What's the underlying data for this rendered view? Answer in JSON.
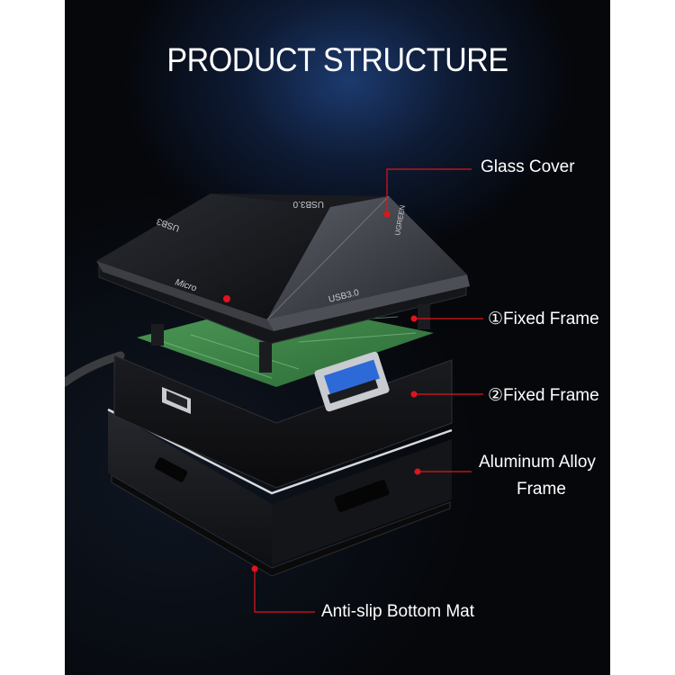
{
  "title": "PRODUCT STRUCTURE",
  "labels": {
    "glass_cover": "Glass Cover",
    "fixed_frame_1": "①Fixed Frame",
    "fixed_frame_2": "②Fixed Frame",
    "aluminum_line1": "Aluminum Alloy",
    "aluminum_line2": "Frame",
    "bottom_mat": "Anti-slip Bottom Mat"
  },
  "port_labels": {
    "usb_top": "USB3.0",
    "usb_left": "USB3",
    "micro": "Micro",
    "usb_front": "USB3.0",
    "ugreen": "UGREEN"
  },
  "colors": {
    "accent_dot": "#e0141c",
    "usb_blue": "#2d6ad8",
    "pcb_green": "#3f8a4a"
  }
}
